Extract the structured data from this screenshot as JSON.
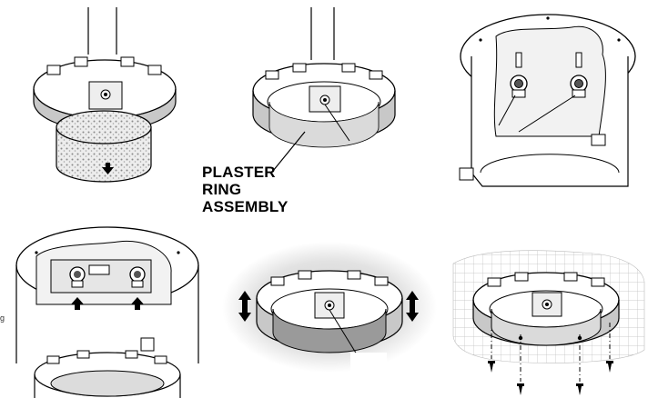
{
  "callout": {
    "line1": "PLASTER",
    "line2": "RING",
    "line3": "ASSEMBLY"
  },
  "edge_glyph": "g",
  "colors": {
    "line": "#000000",
    "band": "#c8c8c8",
    "inner_shadow": "#9a9a9a",
    "halo": "#d6d6d6",
    "grid": "#b8b8b8"
  },
  "icons": [
    "down-arrow-icon",
    "up-arrow-icon",
    "double-arrow-icon",
    "screw-icon"
  ]
}
